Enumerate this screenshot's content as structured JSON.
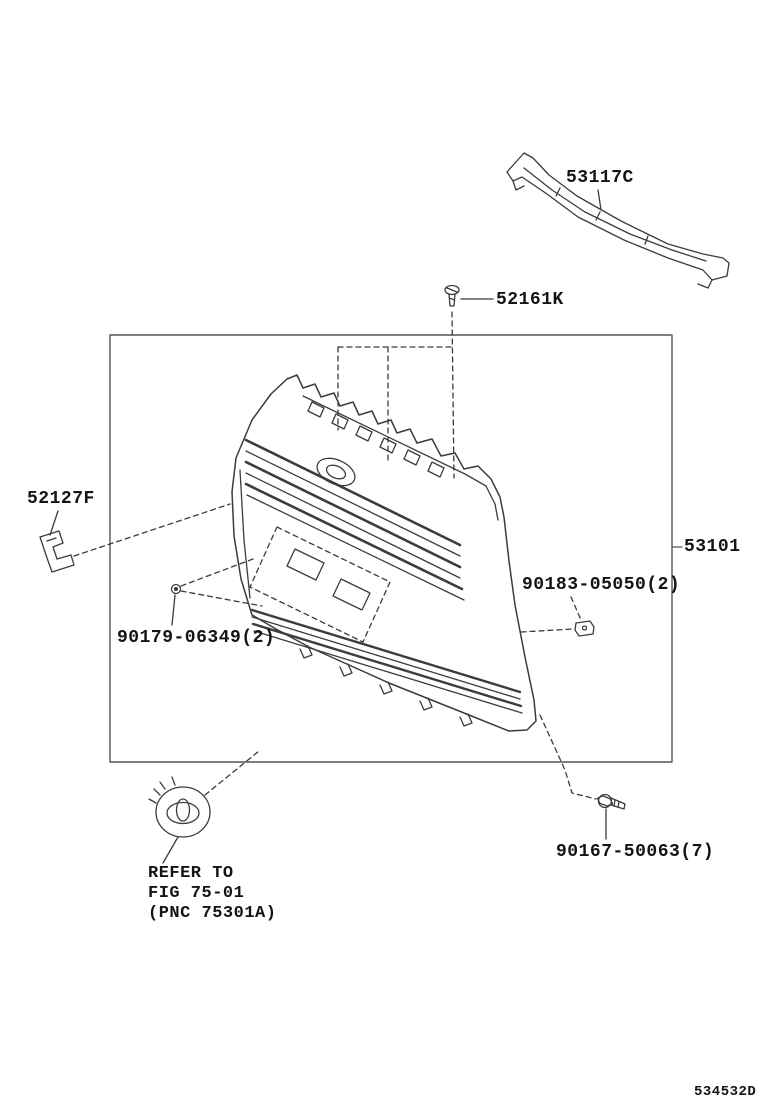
{
  "page": {
    "background": "#ffffff",
    "line_color": "#3c3c3c",
    "box_color": "#555555",
    "text_color": "#141414"
  },
  "labels": {
    "p53117c": "53117C",
    "p52161k": "52161K",
    "p52127f": "52127F",
    "p53101": "53101",
    "p90183": "90183-05050(2)",
    "p90179": "90179-06349(2)",
    "p90167": "90167-50063(7)"
  },
  "note": {
    "line1": "REFER TO",
    "line2": "FIG 75-01",
    "line3": "(PNC 75301A)"
  },
  "diagram_id": "534532D"
}
